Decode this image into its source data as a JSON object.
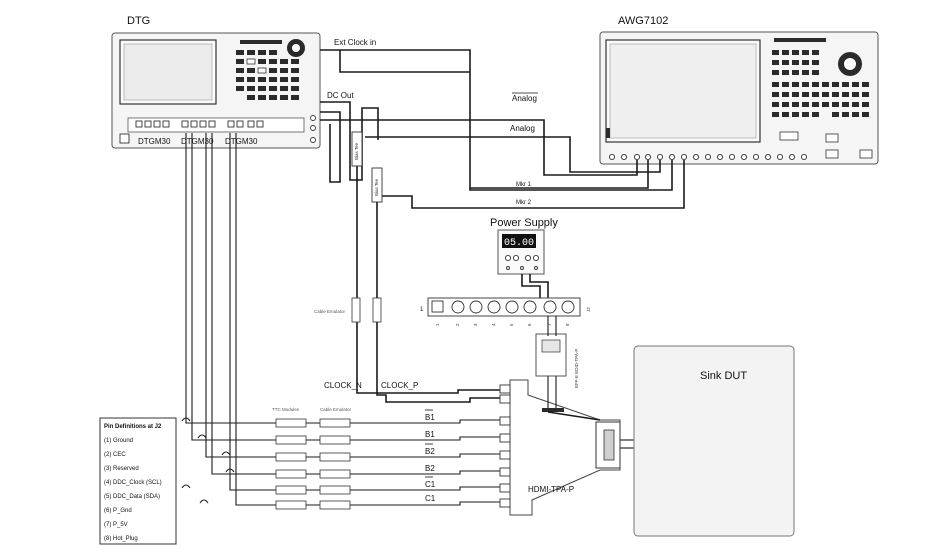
{
  "instruments": {
    "dtg": {
      "label": "DTG",
      "modules": [
        "DTGM30",
        "DTGM30",
        "DTGM30"
      ]
    },
    "awg": {
      "label": "AWG7102"
    },
    "power_supply": {
      "label": "Power Supply",
      "display": "05.00"
    }
  },
  "signals": {
    "ext_clock_in": "Ext Clock in",
    "dc_out": "DC Out",
    "analog_bar": "Analog",
    "analog": "Analog",
    "mkr1": "Mkr 1",
    "mkr2": "Mkr 2",
    "clock_n": "CLOCK_N",
    "clock_p": "CLOCK_P"
  },
  "components": {
    "cable_emulator_mid": "Cable Emulator",
    "ttc_modules": "TTC Modules",
    "cable_emulator_bottom": "Cable Emulator",
    "bias_tee_1": "Bias Tee",
    "bias_tee_2": "Bias Tee",
    "hdmi_tpa": "HDMI-TPA-P",
    "edid": "EFF-E EDID-TPA-P",
    "sink_dut": "Sink DUT",
    "connector_pin1": "1",
    "connector_right": "J2"
  },
  "connector_pins": [
    "1",
    "2",
    "3",
    "4",
    "5",
    "6",
    "7",
    "8"
  ],
  "lanes": [
    {
      "label": "B1",
      "overline": true
    },
    {
      "label": "B1",
      "overline": false
    },
    {
      "label": "B2",
      "overline": true
    },
    {
      "label": "B2",
      "overline": false
    },
    {
      "label": "C1",
      "overline": true
    },
    {
      "label": "C1",
      "overline": false
    }
  ],
  "pin_definitions": {
    "title": "Pin Definitions at J2",
    "items": [
      "(1) Ground",
      "(2) CEC",
      "(3) Reserved",
      "(4) DDC_Clock (SCL)",
      "(5) DDC_Data (SDA)",
      "(6) P_Gnd",
      "(7) P_5V",
      "(8) Hot_Plug"
    ]
  }
}
